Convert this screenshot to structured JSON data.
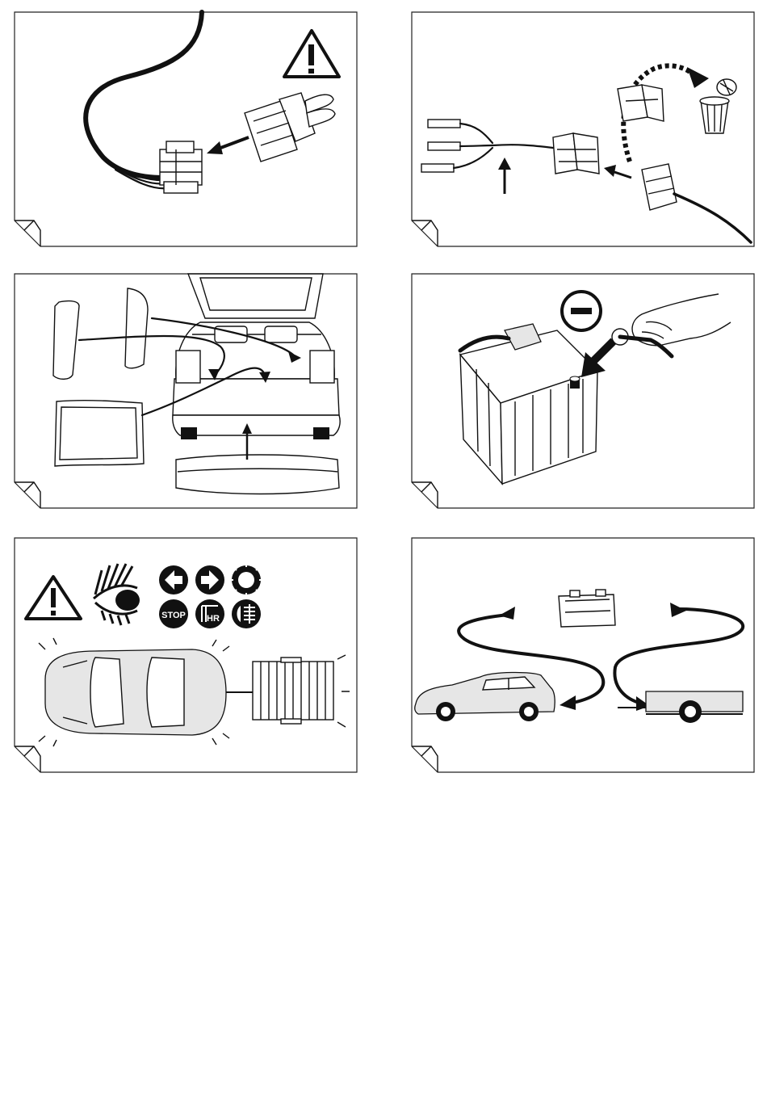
{
  "panels": [
    {
      "id": "p1",
      "icons": [
        "warning-triangle-icon",
        "wiring-harness-cable",
        "connector-plug"
      ]
    },
    {
      "id": "p2",
      "icons": [
        "spade-terminals",
        "connector-plug",
        "trash-bin-icon"
      ]
    },
    {
      "id": "p3",
      "icons": [
        "trim-panel",
        "car-rear-hatch-open",
        "rear-bumper"
      ]
    },
    {
      "id": "p4",
      "icons": [
        "minus-icon",
        "car-battery",
        "hand-with-wrench"
      ]
    },
    {
      "id": "p5",
      "icons": [
        "warning-triangle-icon",
        "eye-icon",
        "arrow-left-icon",
        "arrow-right-icon",
        "brake-light-icon",
        "stop-icon",
        "fog-light-icon",
        "car-with-trailer-top-view"
      ]
    },
    {
      "id": "p6",
      "icons": [
        "control-module",
        "hatchback-side-view",
        "trailer-side-view"
      ]
    }
  ],
  "symbols": {
    "stop_label": "STOP",
    "hr_label": "HR"
  }
}
